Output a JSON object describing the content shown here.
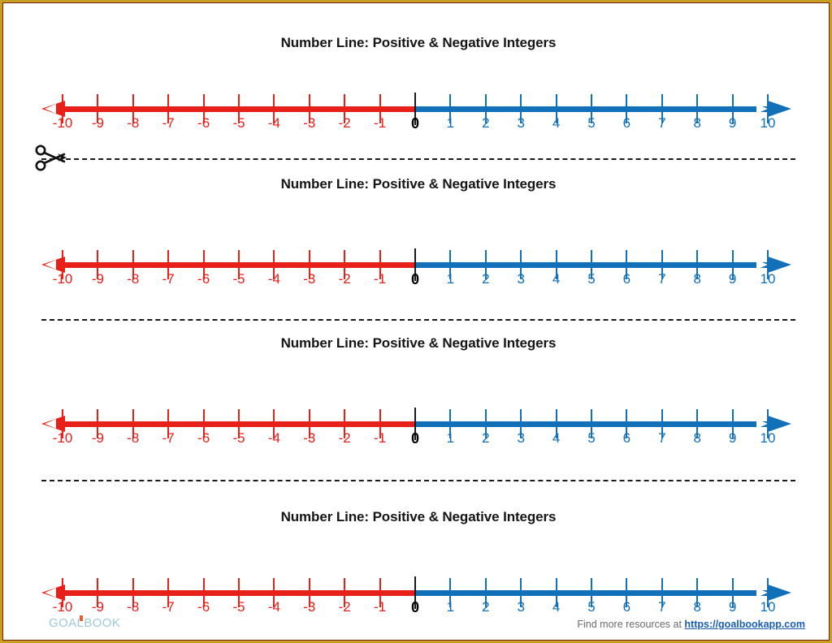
{
  "page": {
    "border_color": "#c8a020",
    "background": "#ffffff"
  },
  "worksheet": {
    "title": "Number Line: Positive & Negative Integers",
    "sections_count": 4
  },
  "sections": [
    {
      "title": "Number Line: Positive & Negative Integers"
    },
    {
      "title": "Number Line: Positive & Negative Integers"
    },
    {
      "title": "Number Line: Positive & Negative Integers"
    },
    {
      "title": "Number Line: Positive & Negative Integers"
    }
  ],
  "number_line": {
    "labels": [
      "-10",
      "-9",
      "-8",
      "-7",
      "-6",
      "-5",
      "-4",
      "-3",
      "-2",
      "-1",
      "0",
      "1",
      "2",
      "3",
      "4",
      "5",
      "6",
      "7",
      "8",
      "9",
      "10"
    ],
    "negative_color": "#e8201a",
    "positive_color": "#1270b8",
    "zero_color": "#000000",
    "left_arrow": "left-arrow",
    "right_arrow": "right-arrow"
  },
  "cut_lines": {
    "style": "dashed",
    "color": "#1a1a1a",
    "scissors_icon": "scissors-icon"
  },
  "footer": {
    "logo_text": "GOALBOOK",
    "logo_color": "#9ec8d8",
    "note_prefix": "Find more resources at ",
    "link_text": "https://goalbookapp.com",
    "link_color": "#1a5fb4"
  },
  "chart_data": {
    "type": "line",
    "title": "Number Line: Positive & Negative Integers",
    "xlabel": "",
    "ylabel": "",
    "x": [
      -10,
      -9,
      -8,
      -7,
      -6,
      -5,
      -4,
      -3,
      -2,
      -1,
      0,
      1,
      2,
      3,
      4,
      5,
      6,
      7,
      8,
      9,
      10
    ],
    "tick_labels": [
      "-10",
      "-9",
      "-8",
      "-7",
      "-6",
      "-5",
      "-4",
      "-3",
      "-2",
      "-1",
      "0",
      "1",
      "2",
      "3",
      "4",
      "5",
      "6",
      "7",
      "8",
      "9",
      "10"
    ],
    "xlim": [
      -10,
      10
    ],
    "grid": false,
    "legend": "none",
    "annotations": [
      "Negative half drawn in red with leftward arrowhead",
      "Positive half drawn in blue with rightward arrowhead",
      "Zero tick drawn in black and bold"
    ],
    "series": [
      {
        "name": "negative-segment",
        "range": [
          -10,
          0
        ],
        "color": "#e8201a"
      },
      {
        "name": "positive-segment",
        "range": [
          0,
          10
        ],
        "color": "#1270b8"
      }
    ],
    "repeats": 4
  }
}
